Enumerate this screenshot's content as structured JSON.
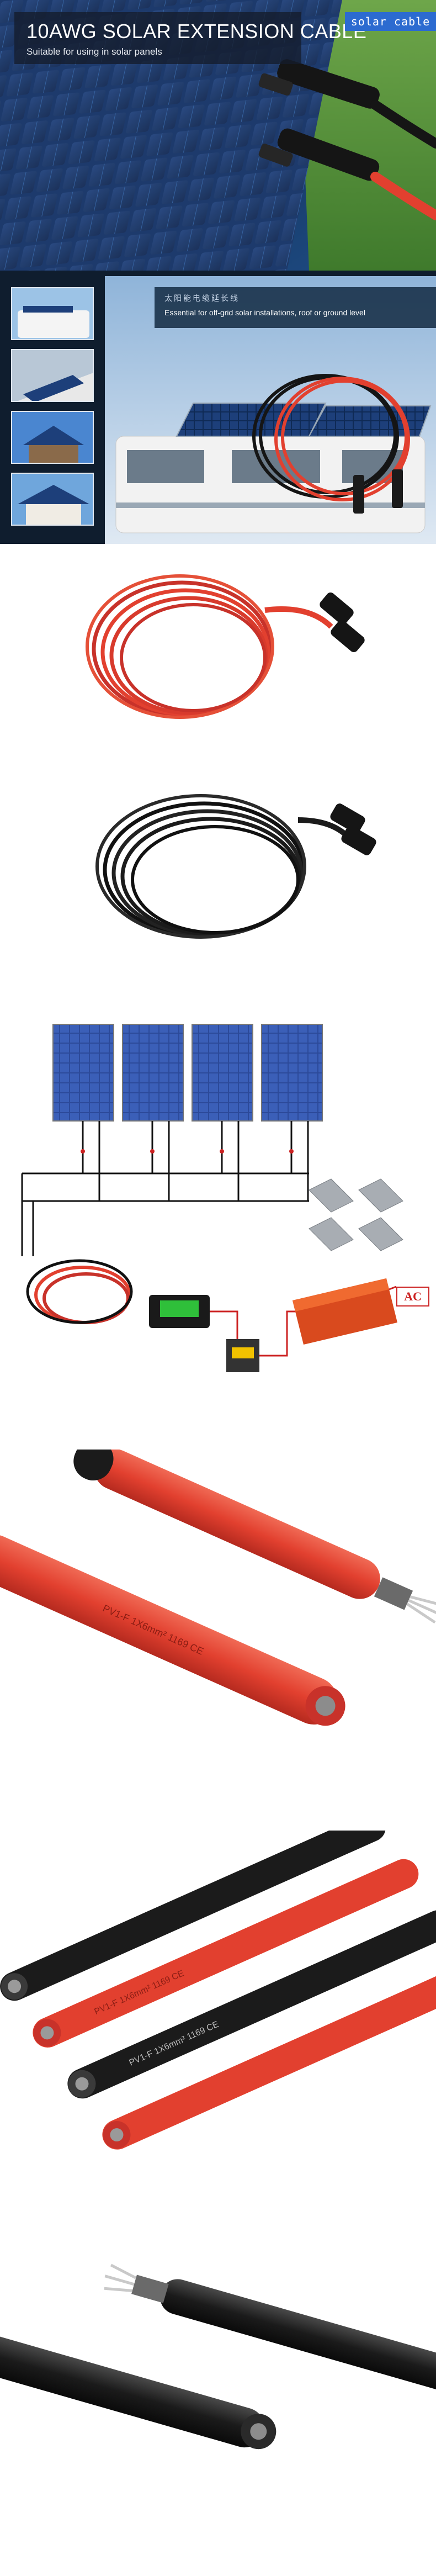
{
  "hero": {
    "title": "10AWG SOLAR EXTENSION CABLE",
    "subtitle": "Suitable for using in solar panels",
    "badge": "solar cable"
  },
  "scene": {
    "caption_cn": "太阳能电缆延长线",
    "caption_en": "Essential for off-grid solar installations, roof or ground level"
  },
  "system": {
    "ac_label": "AC"
  },
  "cables": {
    "print_red": "PV1-F  1X6mm²  1169  CE",
    "print_black": "PV1-F  1X6mm²  1169  CE"
  },
  "colors": {
    "red_cable": "#e2402f",
    "black_cable": "#1b1b1b",
    "accent_blue": "#2c6bd0"
  }
}
